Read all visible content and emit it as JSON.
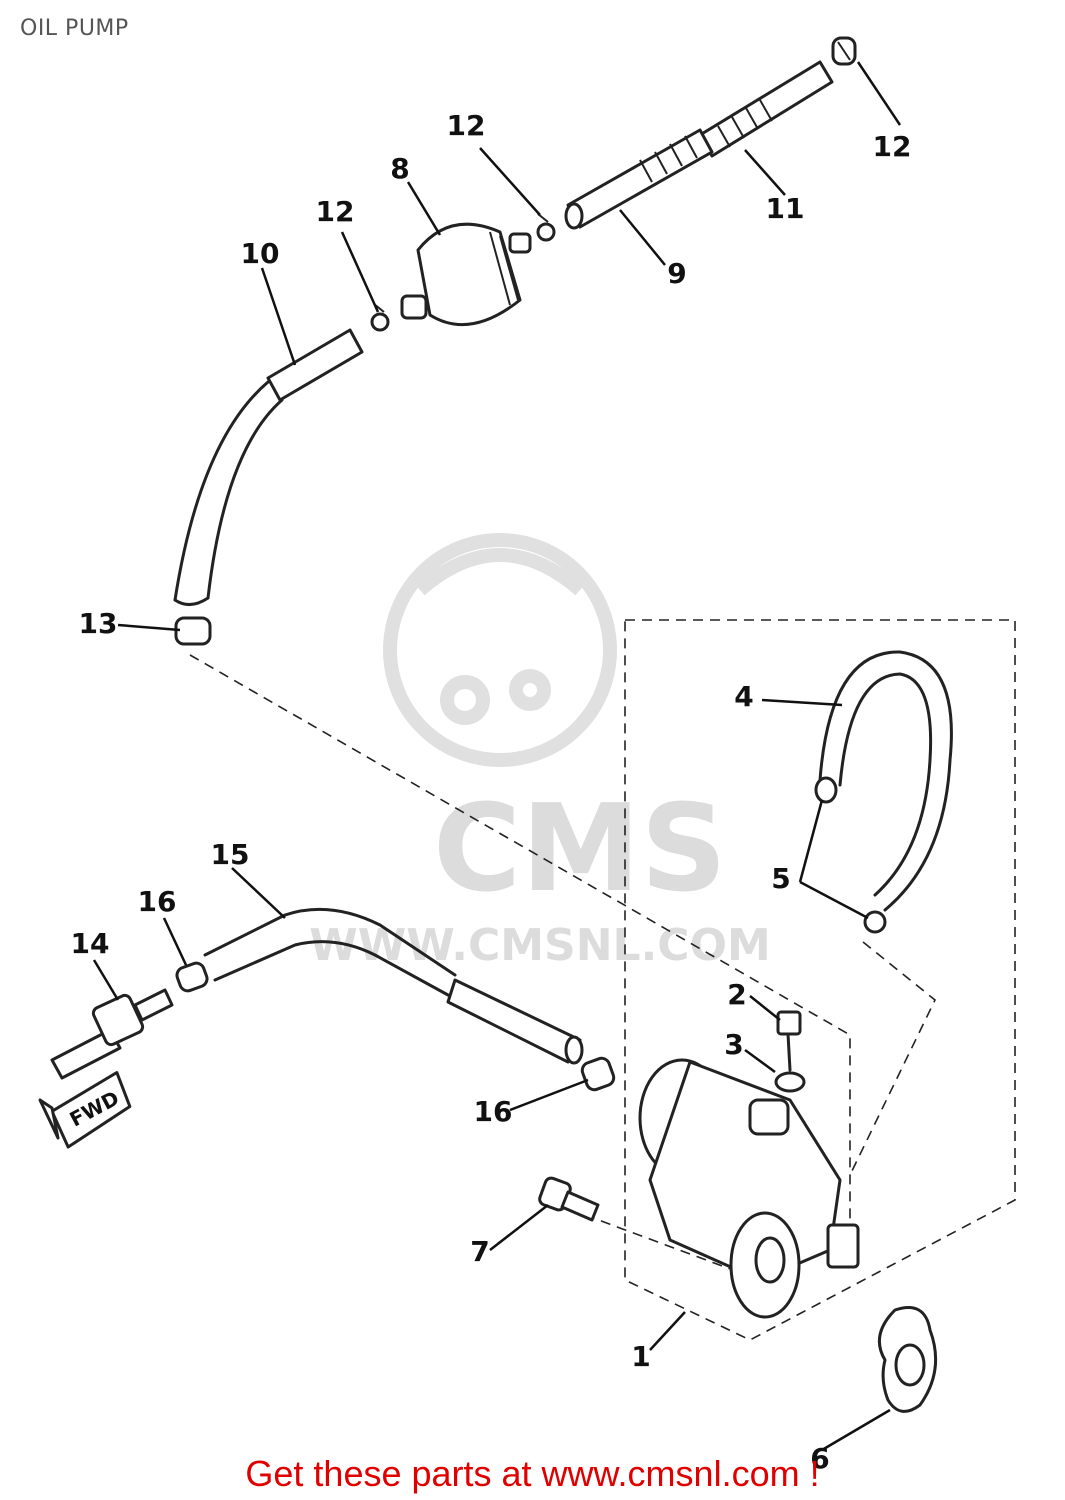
{
  "page": {
    "title": "OIL PUMP"
  },
  "callouts": [
    {
      "id": "1",
      "label": "1"
    },
    {
      "id": "2",
      "label": "2"
    },
    {
      "id": "3",
      "label": "3"
    },
    {
      "id": "4",
      "label": "4"
    },
    {
      "id": "5",
      "label": "5"
    },
    {
      "id": "6",
      "label": "6"
    },
    {
      "id": "7",
      "label": "7"
    },
    {
      "id": "8",
      "label": "8"
    },
    {
      "id": "9",
      "label": "9"
    },
    {
      "id": "10",
      "label": "10"
    },
    {
      "id": "11",
      "label": "11"
    },
    {
      "id": "12a",
      "label": "12"
    },
    {
      "id": "12b",
      "label": "12"
    },
    {
      "id": "12c",
      "label": "12"
    },
    {
      "id": "13",
      "label": "13"
    },
    {
      "id": "14",
      "label": "14"
    },
    {
      "id": "15",
      "label": "15"
    },
    {
      "id": "16a",
      "label": "16"
    },
    {
      "id": "16b",
      "label": "16"
    }
  ],
  "fwd_marker": {
    "label": "FWD"
  },
  "watermark": {
    "brand": "CMS",
    "url": "WWW.CMSNL.COM"
  },
  "footer": {
    "text": "Get these parts at www.cmsnl.com !",
    "color": "#e00000"
  }
}
